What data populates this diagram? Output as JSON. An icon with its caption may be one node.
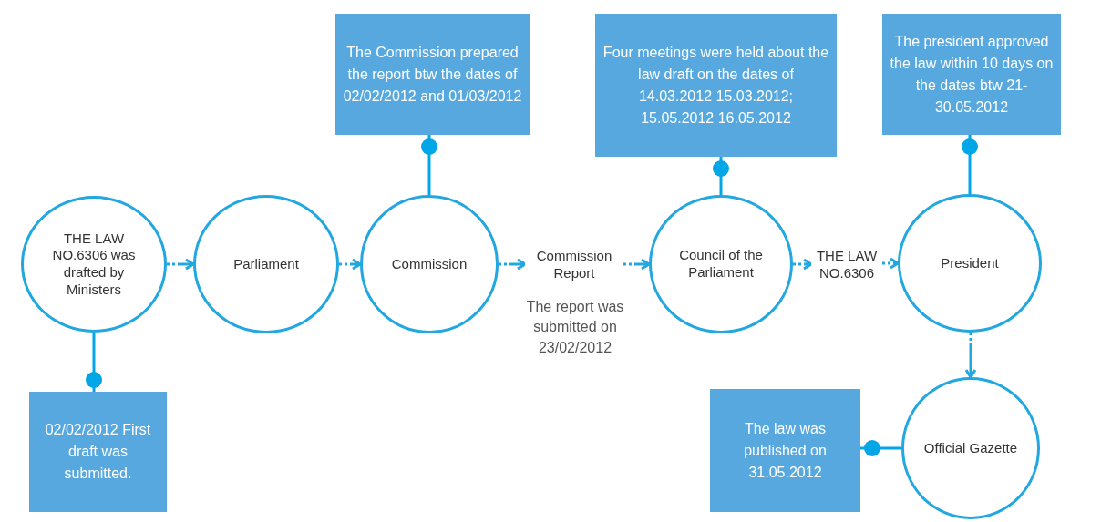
{
  "diagram": {
    "nodes": [
      {
        "text": [
          "THE LAW NO.6306 was drafted by Ministers"
        ]
      },
      {
        "text": [
          "Parliament"
        ]
      },
      {
        "text": [
          "Commission"
        ]
      },
      {
        "text": [
          "Commission Report"
        ],
        "beside": [
          "The report was submitted on 23/02/2012"
        ]
      },
      {
        "text": [
          "Council of the Parliament"
        ]
      },
      {
        "text": [
          "THE LAW NO.6306"
        ]
      },
      {
        "text": [
          "President"
        ]
      },
      {
        "text": [
          "Official Gazette"
        ]
      },
      {
        "text": [
          "The Commission prepared the report btw the dates of 02/02/2012 and 01/03/2012"
        ]
      },
      {
        "text": [
          "Four meetings were held about the law draft on the dates of 14.03.2012 15.03.2012; 15.05.2012 16.05.2012"
        ]
      },
      {
        "text": [
          "The president approved the law within 10 days on the dates btw 21-30.05.2012"
        ]
      },
      {
        "text": [
          "02/02/2012 First draft was submitted."
        ]
      },
      {
        "text": [
          "The law was published on 31.05.2012"
        ]
      }
    ],
    "edges": [
      {
        "from": 0,
        "to": 1,
        "arrow": "to",
        "style": "dashed"
      },
      {
        "from": 1,
        "to": 2,
        "arrow": "to",
        "style": "dashed"
      },
      {
        "from": 2,
        "to": 3,
        "arrow": "to",
        "style": "dashed"
      },
      {
        "from": 3,
        "to": 4,
        "arrow": "to",
        "style": "dashed"
      },
      {
        "from": 4,
        "to": 5,
        "arrow": "to",
        "style": "dashed"
      },
      {
        "from": 5,
        "to": 6,
        "arrow": "to",
        "style": "dashed"
      },
      {
        "from": 6,
        "to": 7,
        "arrow": "to",
        "style": "dashed"
      },
      {
        "from": 8,
        "to": 2,
        "arrow": "other"
      },
      {
        "from": 9,
        "to": 4,
        "arrow": "other"
      },
      {
        "from": 10,
        "to": 6,
        "arrow": "other"
      },
      {
        "from": 11,
        "to": 0,
        "arrow": "other"
      },
      {
        "from": 12,
        "to": 7,
        "arrow": "other"
      }
    ]
  }
}
